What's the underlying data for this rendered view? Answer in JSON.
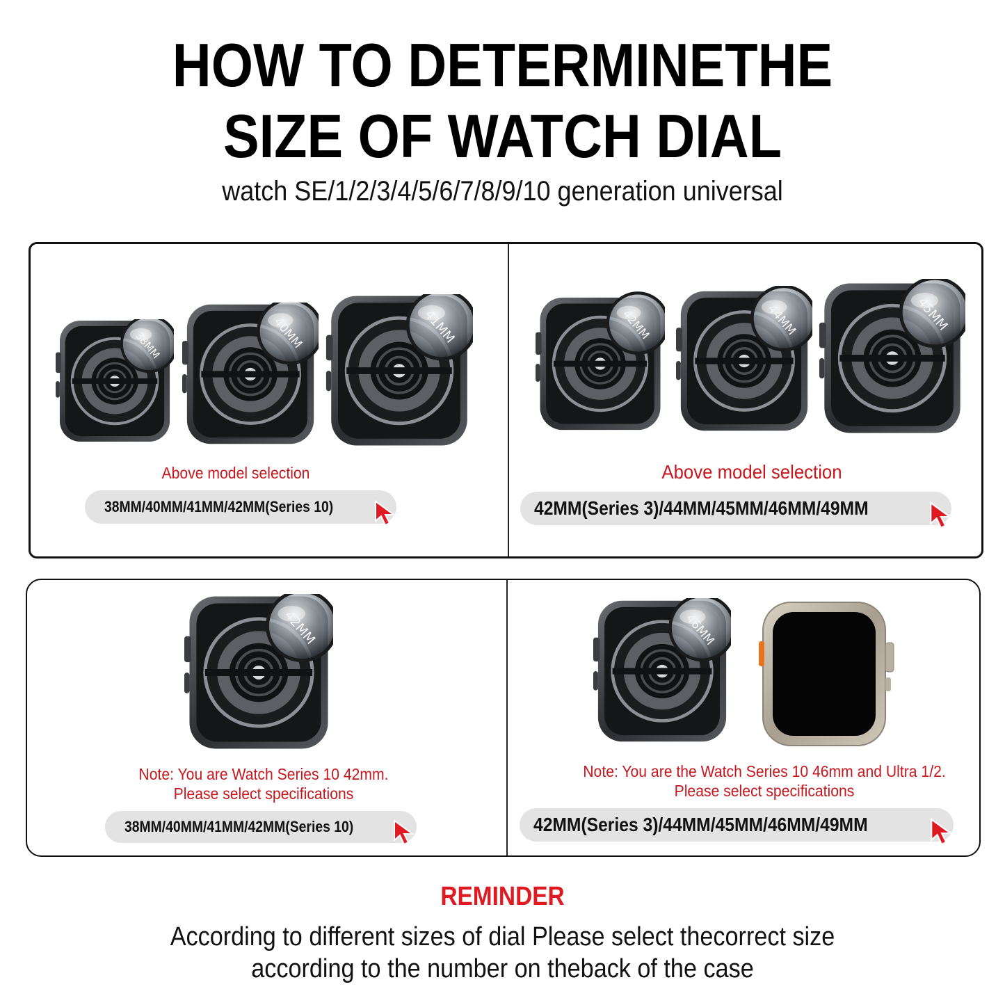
{
  "header": {
    "title_line1": "HOW TO DETERMINETHE",
    "title_line2": "SIZE OF  WATCH DIAL",
    "subtitle": "watch SE/1/2/3/4/5/6/7/8/9/10 generation universal"
  },
  "panels": {
    "top_left": {
      "watch_labels": [
        "38MM",
        "40MM",
        "41MM"
      ],
      "caption": "Above model selection",
      "sizes": "38MM/40MM/41MM/42MM(Series 10)"
    },
    "top_right": {
      "watch_labels": [
        "42MM",
        "44MM",
        "45MM"
      ],
      "caption": "Above model selection",
      "sizes": "42MM(Series 3)/44MM/45MM/46MM/49MM"
    },
    "bottom_left": {
      "watch_labels": [
        "42MM"
      ],
      "note_line1": "Note: You are Watch Series 10 42mm.",
      "note_line2": "Please select specifications",
      "sizes": "38MM/40MM/41MM/42MM(Series 10)"
    },
    "bottom_right": {
      "watch_labels": [
        "46MM"
      ],
      "note_line1": "Note: You are the Watch Series 10 46mm and Ultra 1/2.",
      "note_line2": "Please select specifications",
      "sizes": "42MM(Series 3)/44MM/45MM/46MM/49MM"
    }
  },
  "footer": {
    "reminder": "REMINDER",
    "line1": "According to different sizes of dial Please select thecorrect size",
    "line2": "according to the number on theback of the case"
  },
  "colors": {
    "accent_red": "#c8161d",
    "pill_bg": "#e3e3e3",
    "frame": "#111111"
  },
  "icons": {
    "cursor": "red-arrow-cursor-icon",
    "watch_back": "watch-back-icon",
    "magnifier": "magnifier-lens-icon"
  }
}
